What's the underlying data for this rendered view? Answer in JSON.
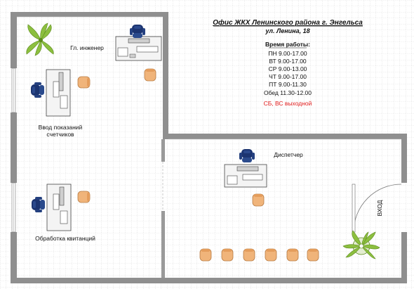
{
  "title": "Офис ЖКХ Ленинского района г. Энгельса",
  "address": "ул. Ленина, 18",
  "hours": {
    "header": "Время работы:",
    "days": [
      "ПН 9.00-17.00",
      "ВТ 9.00-17.00",
      "СР 9.00-13.00",
      "ЧТ 9.00-17.00",
      "ПТ 9.00-11.30"
    ],
    "lunch": "Обед 11.30-12.00",
    "weekend": "СБ, ВС выходной"
  },
  "rooms": {
    "chief_engineer": "Гл. инженер",
    "meter_input_line1": "Ввод показаний",
    "meter_input_line2": "счетчиков",
    "dispatcher": "Диспетчер",
    "receipts": "Обработка квитанций",
    "entrance": "ВХОД"
  },
  "colors": {
    "wall": "#8a8a8a",
    "grid": "#c9c9c9",
    "chair_blue": "#1c3470",
    "chair_orange": "#f0b47a",
    "plant": "#8cbf3f",
    "weekend_text": "#e01b1b"
  }
}
